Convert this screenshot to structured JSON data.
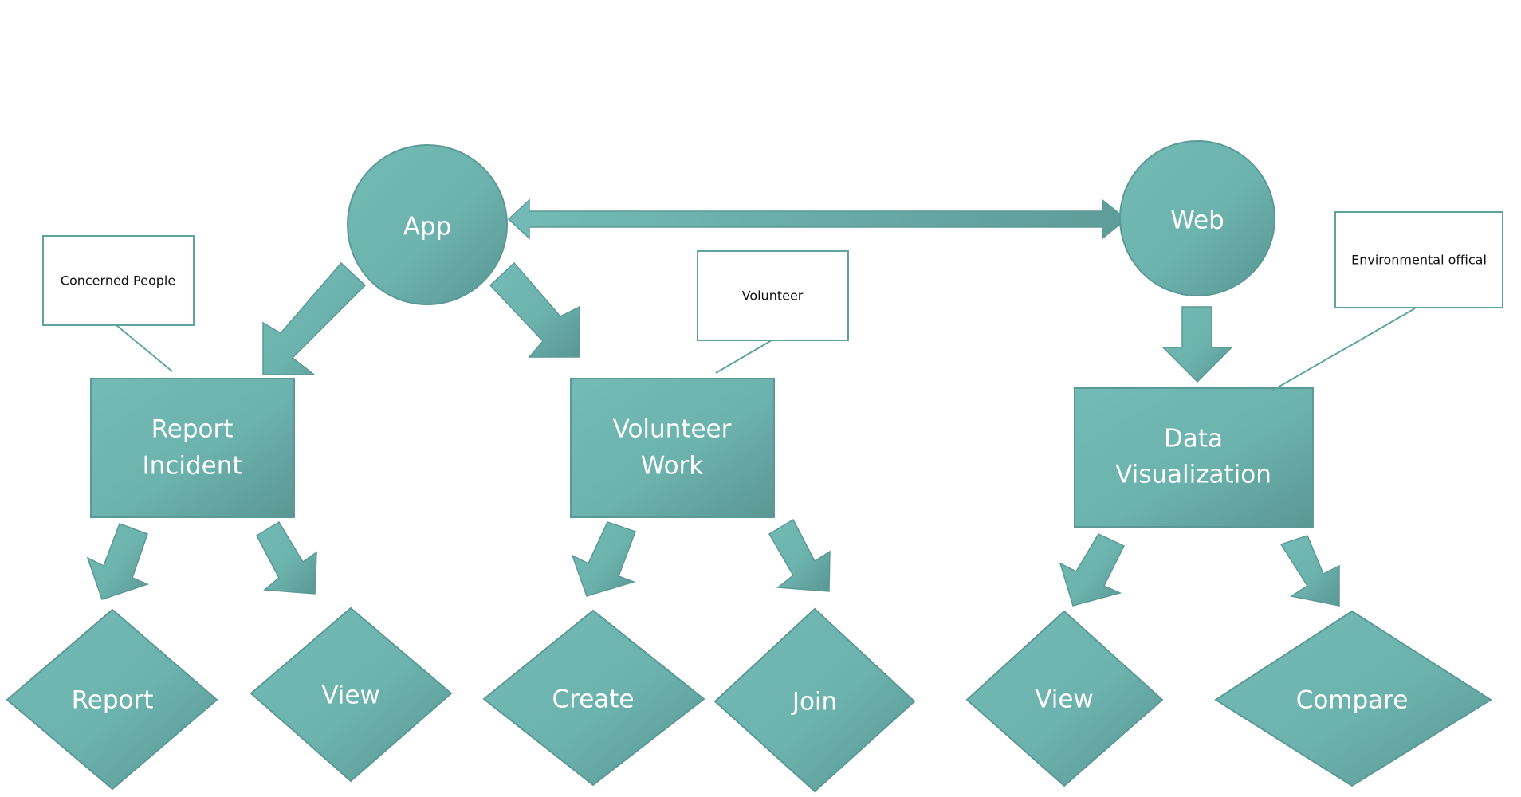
{
  "colors": {
    "node_fill_light": "#72b9b4",
    "node_fill_dark": "#5e9c98",
    "node_text": "#ffffff",
    "callout_border": "#5fa39f",
    "callout_text": "#111111"
  },
  "nodes": {
    "app": "App",
    "web": "Web",
    "report_incident": "Report Incident",
    "volunteer_work": "Volunteer Work",
    "data_visualization": "Data Visualization",
    "report": "Report",
    "view_incident": "View",
    "create": "Create",
    "join": "Join",
    "view_data": "View",
    "compare": "Compare"
  },
  "callouts": {
    "concerned_people": "Concerned People",
    "volunteer": "Volunteer",
    "environmental_official": "Environmental offical"
  },
  "arrows": {
    "app_web_bidirectional": "double-arrow-icon",
    "app_to_report_incident": "arrow-down-left-icon",
    "app_to_volunteer_work": "arrow-down-right-icon",
    "web_to_data_visualization": "arrow-down-icon"
  }
}
